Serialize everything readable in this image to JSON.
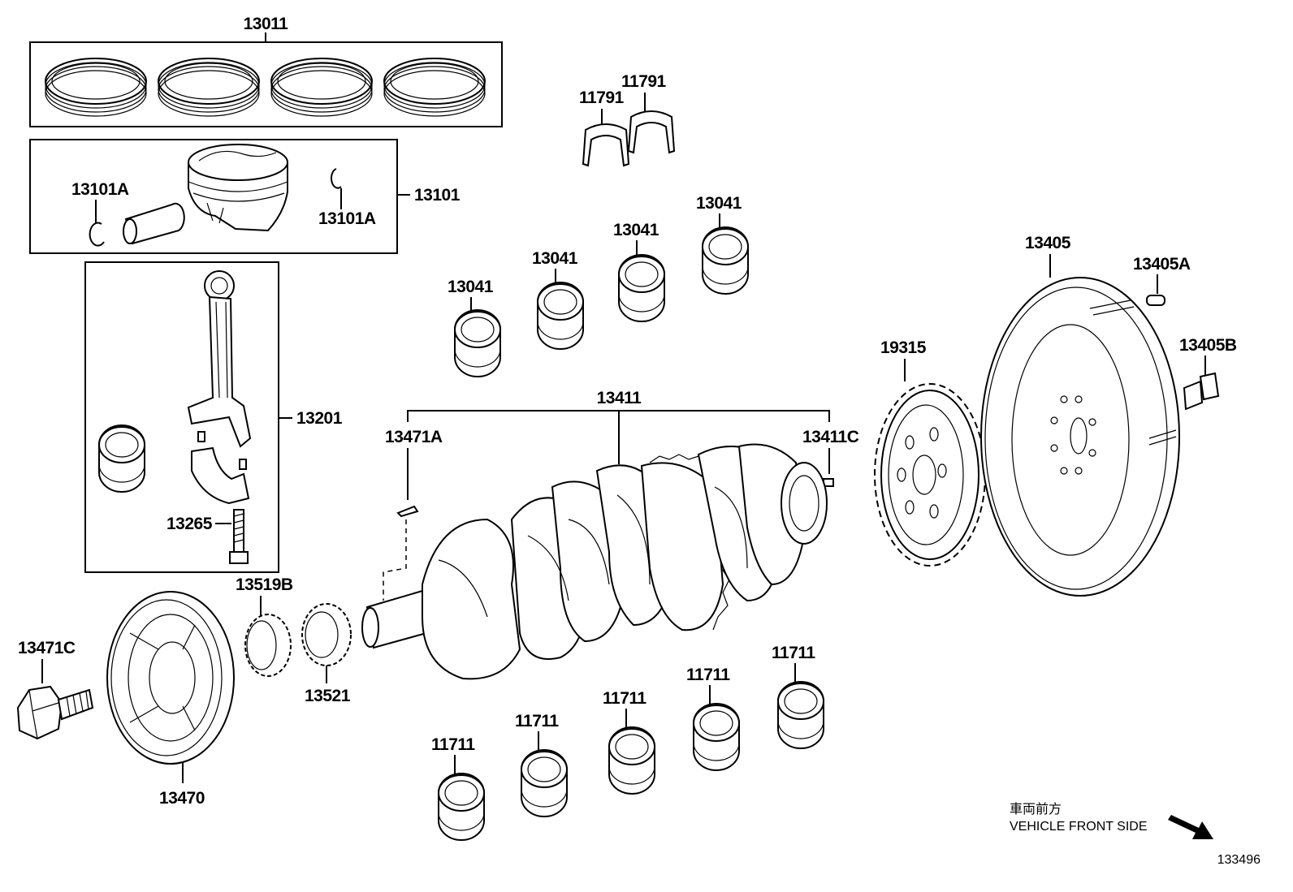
{
  "diagram_id": "133496",
  "direction_note": {
    "japanese": "車両前方",
    "english": "VEHICLE FRONT SIDE"
  },
  "labels": {
    "piston_ring_set": "13011",
    "piston_assy": "13101",
    "piston_pin_snap_ring_left": "13101A",
    "piston_pin_snap_ring_right": "13101A",
    "connecting_rod_assy": "13201",
    "connecting_rod_bolt": "13265",
    "crankshaft_thrust_washer_a": "11791",
    "crankshaft_thrust_washer_b": "11791",
    "conrod_bearing_1": "13041",
    "conrod_bearing_2": "13041",
    "conrod_bearing_3": "13041",
    "conrod_bearing_4": "13041",
    "crankshaft": "13411",
    "crankshaft_key": "13471A",
    "crankshaft_pin": "13411C",
    "timing_rotor": "19315",
    "flywheel": "13405",
    "flywheel_pin": "13405A",
    "flywheel_bolt": "13405B",
    "crankshaft_pulley_bolt": "13471C",
    "crankshaft_pulley": "13470",
    "timing_sprocket_b": "13519B",
    "crankshaft_timing_gear": "13521",
    "main_bearing_1": "11711",
    "main_bearing_2": "11711",
    "main_bearing_3": "11711",
    "main_bearing_4": "11711",
    "main_bearing_5": "11711"
  }
}
